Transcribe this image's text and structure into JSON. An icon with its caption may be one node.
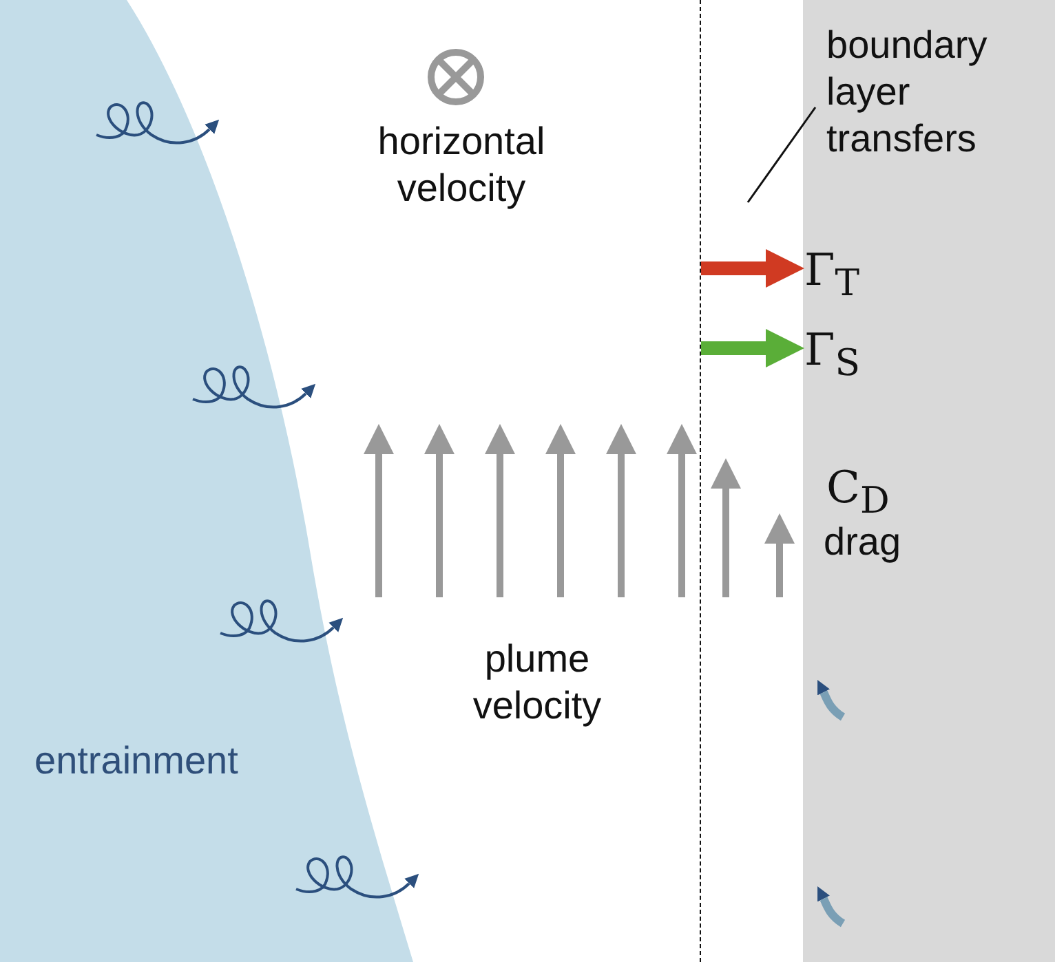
{
  "diagram": {
    "nodes": [
      {
        "text": [
          "boundary layer transfers"
        ]
      },
      {
        "text": [],
        "shape": "band"
      }
    ],
    "edges": [
      {
        "from": 0,
        "to": 1,
        "arrow": "none"
      }
    ],
    "labels": [
      "horizontal velocity",
      "Γ$_{T}$",
      "Γ$_{S}$",
      "C$_{D}$",
      "drag",
      "plume velocity",
      "entrainment"
    ]
  }
}
